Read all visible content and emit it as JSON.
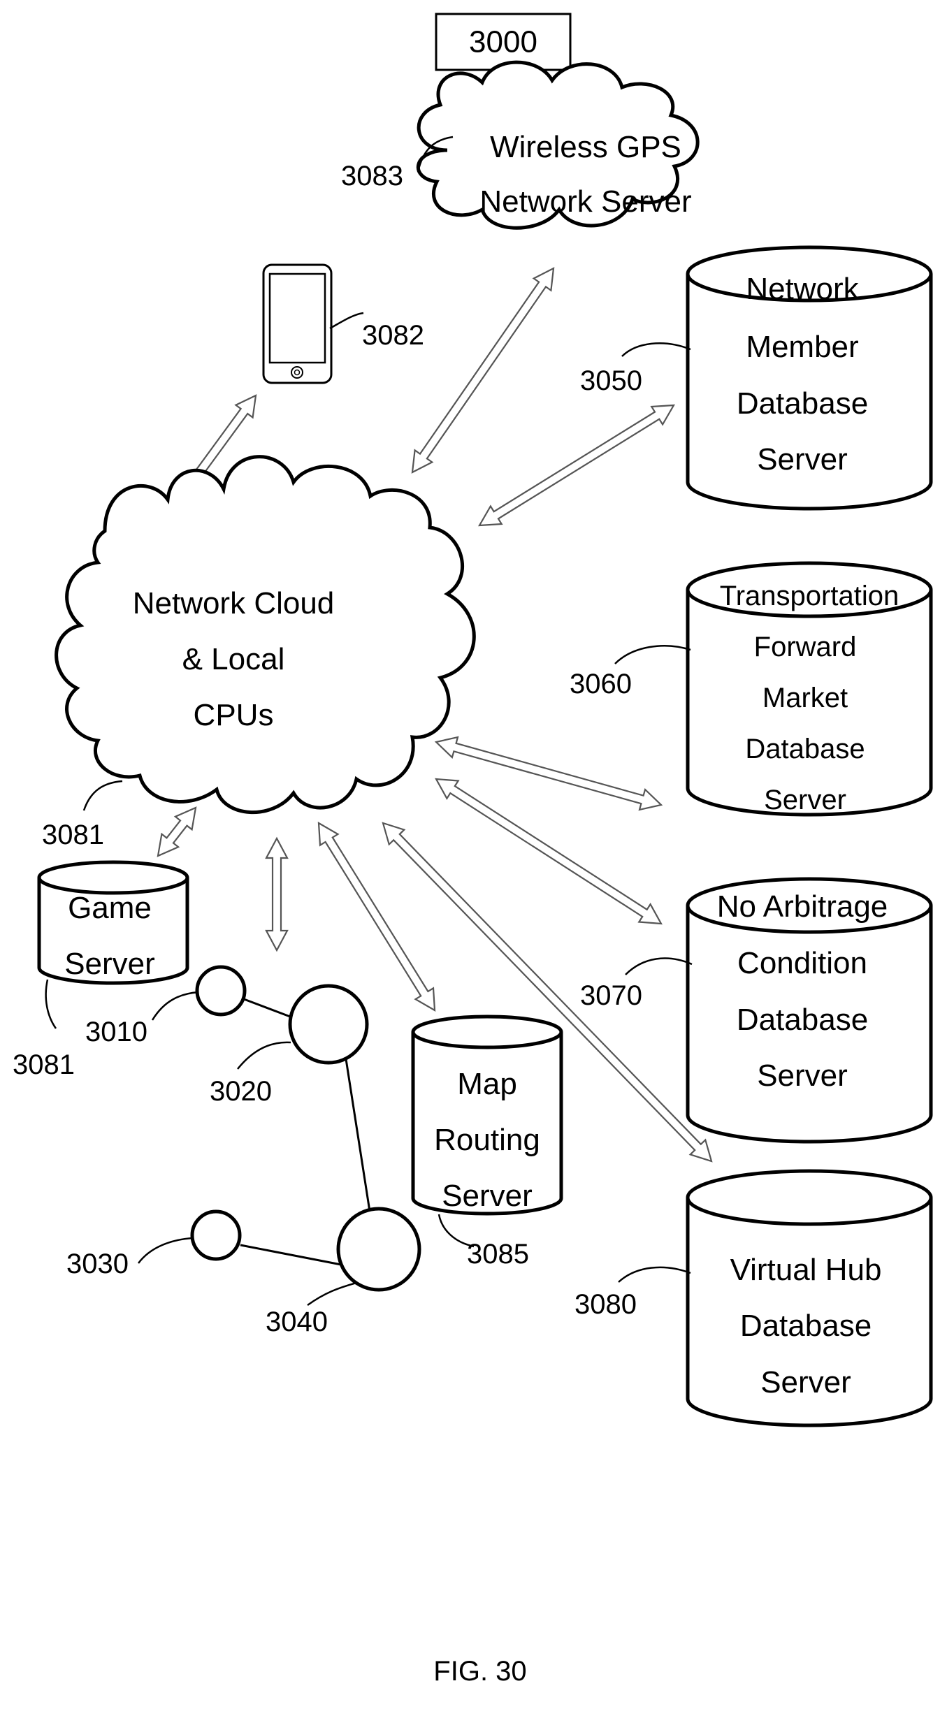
{
  "figure_number": "3000",
  "caption": "FIG. 30",
  "nodes": {
    "gps_server": {
      "lines": [
        "Wireless GPS",
        "Network Server"
      ],
      "ref": "3083"
    },
    "mobile_device": {
      "ref": "3082"
    },
    "member_db": {
      "lines": [
        "Network",
        "Member",
        "Database",
        "Server"
      ],
      "ref": "3050"
    },
    "network_cloud": {
      "lines": [
        "Network Cloud",
        "& Local",
        "CPUs"
      ],
      "ref": "3081"
    },
    "transport_db": {
      "lines": [
        "Transportation",
        "Forward",
        "Market",
        "Database",
        "Server"
      ],
      "ref": "3060"
    },
    "game_server": {
      "lines": [
        "Game",
        "Server"
      ],
      "ref": "3081"
    },
    "arbitrage_db": {
      "lines": [
        "No Arbitrage",
        "Condition",
        "Database",
        "Server"
      ],
      "ref": "3070"
    },
    "map_server": {
      "lines": [
        "Map",
        "Routing",
        "Server"
      ],
      "ref": "3085"
    },
    "virtual_hub_db": {
      "lines": [
        "Virtual Hub",
        "Database",
        "Server"
      ],
      "ref": "3080"
    }
  },
  "network_nodes": {
    "n3010": {
      "ref": "3010"
    },
    "n3020": {
      "ref": "3020"
    },
    "n3030": {
      "ref": "3030"
    },
    "n3040": {
      "ref": "3040"
    }
  }
}
